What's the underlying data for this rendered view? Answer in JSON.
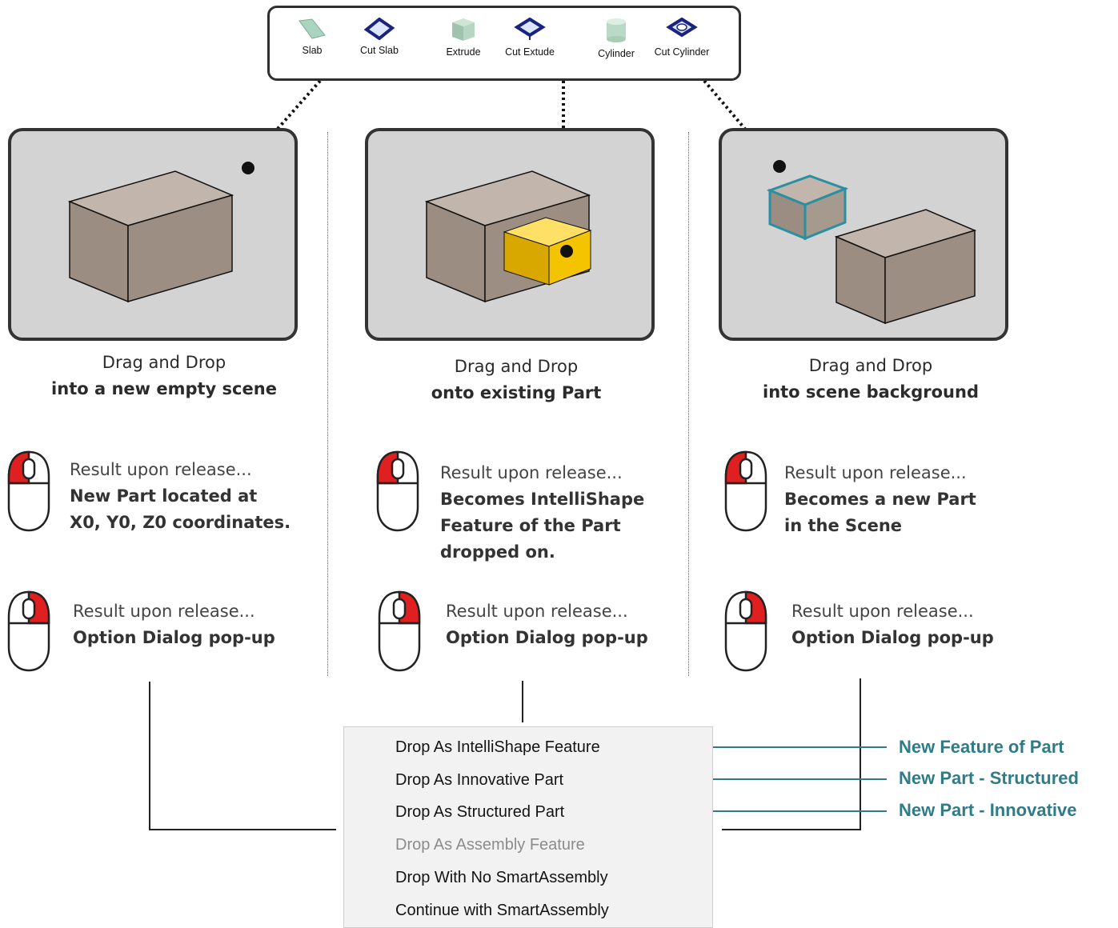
{
  "toolbar": {
    "items": [
      {
        "label": "Slab",
        "icon": "slab-icon"
      },
      {
        "label": "Cut Slab",
        "icon": "cut-slab-icon"
      },
      {
        "label": "Extrude",
        "icon": "extrude-icon"
      },
      {
        "label": "Cut Extude",
        "icon": "cut-extrude-icon"
      },
      {
        "label": "Cylinder",
        "icon": "cylinder-icon"
      },
      {
        "label": "Cut Cylinder",
        "icon": "cut-cylinder-icon"
      }
    ]
  },
  "columns": [
    {
      "caption_line1": "Drag and Drop",
      "caption_line2": "into a new empty scene",
      "left_click": {
        "intro": "Result upon release...",
        "lines": [
          "New Part located at",
          "X0, Y0, Z0 coordinates."
        ]
      },
      "right_click": {
        "intro": "Result upon release...",
        "lines": [
          "Option Dialog pop-up"
        ]
      }
    },
    {
      "caption_line1": "Drag and Drop",
      "caption_line2": "onto existing Part",
      "left_click": {
        "intro": "Result upon release...",
        "lines": [
          "Becomes IntelliShape",
          "Feature of the Part",
          "dropped on."
        ]
      },
      "right_click": {
        "intro": "Result upon release...",
        "lines": [
          "Option Dialog pop-up"
        ]
      }
    },
    {
      "caption_line1": "Drag and Drop",
      "caption_line2": "into scene background",
      "left_click": {
        "intro": "Result upon release...",
        "lines": [
          "Becomes a new Part",
          "in the Scene"
        ]
      },
      "right_click": {
        "intro": "Result upon release...",
        "lines": [
          "Option Dialog pop-up"
        ]
      }
    }
  ],
  "menu": {
    "items": [
      {
        "label": "Drop As IntelliShape Feature",
        "enabled": true
      },
      {
        "label": "Drop As Innovative Part",
        "enabled": true
      },
      {
        "label": "Drop As Structured Part",
        "enabled": true
      },
      {
        "label": "Drop As Assembly Feature",
        "enabled": false
      },
      {
        "label": "Drop With No SmartAssembly",
        "enabled": true
      },
      {
        "label": "Continue with SmartAssembly",
        "enabled": true
      }
    ]
  },
  "legend": [
    "New Feature of Part",
    "New Part - Structured",
    "New Part - Innovative"
  ],
  "colors": {
    "accent": "#2f7c87",
    "box_top": "#c2b5ab",
    "box_side": "#9b8d82",
    "feature_yellow": "#f5c400",
    "mouse_red": "#e02020",
    "panel_bg": "#d3d3d3"
  }
}
